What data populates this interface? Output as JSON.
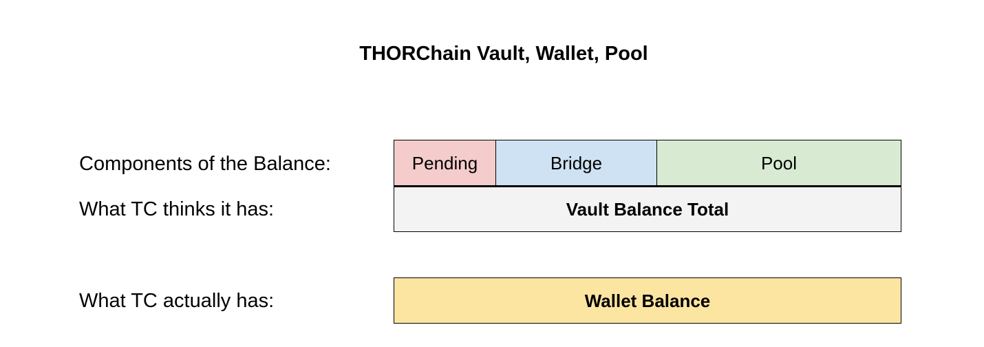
{
  "title": "THORChain Vault, Wallet, Pool",
  "rows": {
    "components": {
      "label": "Components of the Balance:",
      "segments": [
        "Pending",
        "Bridge",
        "Pool"
      ]
    },
    "thinks": {
      "label": "What TC thinks it has:",
      "box": "Vault Balance Total"
    },
    "actual": {
      "label": "What TC actually has:",
      "box": "Wallet Balance"
    }
  },
  "colors": {
    "pending": "#f4cccc",
    "bridge": "#cfe2f3",
    "pool": "#d9ead3",
    "vault_total": "#f3f3f3",
    "wallet_balance": "#fce5a0"
  }
}
